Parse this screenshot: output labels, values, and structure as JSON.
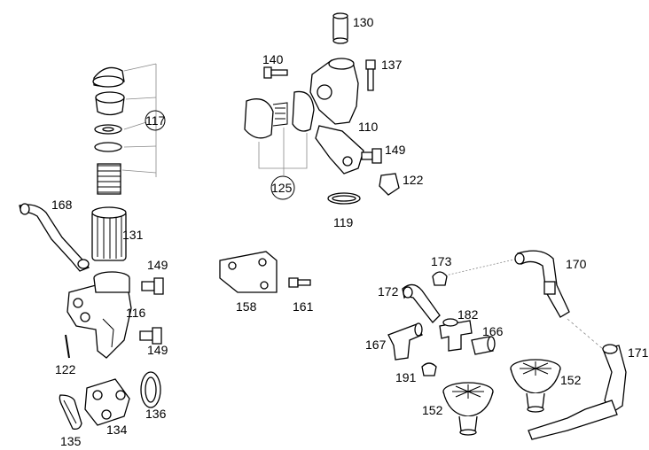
{
  "labels": {
    "l130": "130",
    "l140": "140",
    "l137": "137",
    "l110": "110",
    "l149a": "149",
    "l122a": "122",
    "l125": "125",
    "l119": "119",
    "l117": "117",
    "l168": "168",
    "l131": "131",
    "l149b": "149",
    "l116": "116",
    "l149c": "149",
    "l122b": "122",
    "l136": "136",
    "l134": "134",
    "l135": "135",
    "l158": "158",
    "l161": "161",
    "l173": "173",
    "l170": "170",
    "l172": "172",
    "l182": "182",
    "l166": "166",
    "l167": "167",
    "l171": "171",
    "l191": "191",
    "l152a": "152",
    "l152b": "152"
  }
}
